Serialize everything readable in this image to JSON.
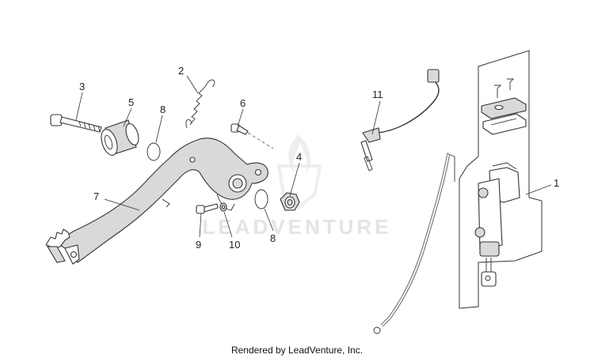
{
  "watermark": "LEADVENTURE",
  "footer": "Rendered by LeadVenture, Inc.",
  "callouts": {
    "c1": "1",
    "c2": "2",
    "c3": "3",
    "c4": "4",
    "c5": "5",
    "c6": "6",
    "c7": "7",
    "c8a": "8",
    "c8b": "8",
    "c9": "9",
    "c10": "10",
    "c11": "11"
  },
  "icons": {
    "watermark_logo": "flame-shield-logo"
  }
}
